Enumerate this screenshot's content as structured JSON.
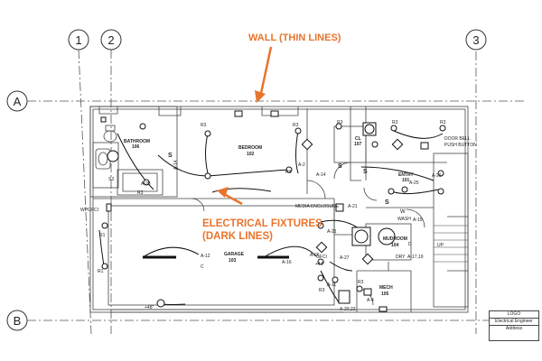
{
  "grid": {
    "columns": [
      "1",
      "2",
      "3"
    ],
    "rows": [
      "A",
      "B"
    ]
  },
  "annotations": {
    "wall_label": "WALL (THIN LINES)",
    "fixtures_label_line1": "ELECTRICAL FIXTURES",
    "fixtures_label_line2": "(DARK LINES)",
    "accent_color": "#e8742c"
  },
  "rooms": {
    "bathroom": {
      "name": "BATHROOM",
      "number": "106"
    },
    "bedroom": {
      "name": "BEDROOM",
      "number": "102"
    },
    "closet": {
      "name": "CL",
      "number": "107"
    },
    "entry": {
      "name": "ENTRY",
      "number": "101"
    },
    "mudroom": {
      "name": "MUDROOM",
      "number": "104"
    },
    "garage": {
      "name": "GARAGE",
      "number": "103"
    },
    "mech": {
      "name": "MECH",
      "number": "105"
    }
  },
  "notes": {
    "door_bell_1": "DOOR BELL",
    "door_bell_2": "PUSH BUTTON",
    "media_enclosure": "MEDIA ENCLOSURE",
    "washer": "W",
    "washer_circuit": "WASH",
    "dryer": "DRY",
    "dryer_circuit": "A-17,19",
    "up": "UP",
    "wpgfci": "WPGFCI",
    "gfci": "GFCI"
  },
  "circuits": {
    "a28_bath": "A-28",
    "a14_bath": "A-14",
    "a14_bed": "A-14",
    "a2": "A-2",
    "a21": "A-21",
    "a26_entry": "A-26",
    "a25": "A-25",
    "a15": "A-15",
    "a12": "A-12",
    "a16": "A-16",
    "a26_garage": "A-26",
    "a27": "A-27",
    "a11": "A-11",
    "a20": "A-20,22",
    "a4": "A-4",
    "a21_garage": "A-21"
  },
  "switch_marks": {
    "r3": "R3",
    "r1": "R1",
    "s": "S",
    "s3": "S3",
    "d": "D",
    "c": "C",
    "plus48": "+48\"",
    "plus44": "+44\""
  },
  "title_block": {
    "logo": "LOGO",
    "role": "Electrical Engineer",
    "address": "Address"
  }
}
